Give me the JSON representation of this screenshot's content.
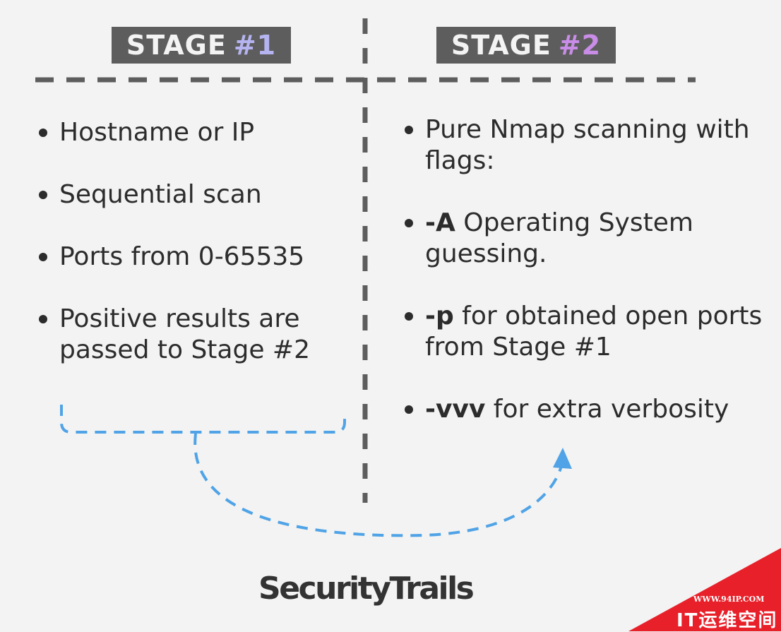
{
  "stage1": {
    "label": "STAGE",
    "number": "#1",
    "number_color": "#b6b4f0"
  },
  "stage2": {
    "label": "STAGE",
    "number": "#2",
    "number_color": "#c98de8"
  },
  "stage1_items": [
    "Hostname or IP",
    "Sequential scan",
    "Ports from 0-65535",
    "Positive results are passed to Stage #2"
  ],
  "stage2_items": [
    {
      "flag": "",
      "text": "Pure Nmap scanning with flags:"
    },
    {
      "flag": "-A",
      "text": "Operating System guessing."
    },
    {
      "flag": "-p",
      "text": "for obtained open ports from Stage #1"
    },
    {
      "flag": "-vvv",
      "text": "for extra verbosity"
    }
  ],
  "brand": "SecurityTrails",
  "watermark": {
    "url": "WWW.94IP.COM",
    "name": "IT运维空间",
    "color": "#e8202a"
  },
  "colors": {
    "divider": "#5d5d5d",
    "arrow": "#4fa3e6",
    "background": "#f3f3f3"
  }
}
